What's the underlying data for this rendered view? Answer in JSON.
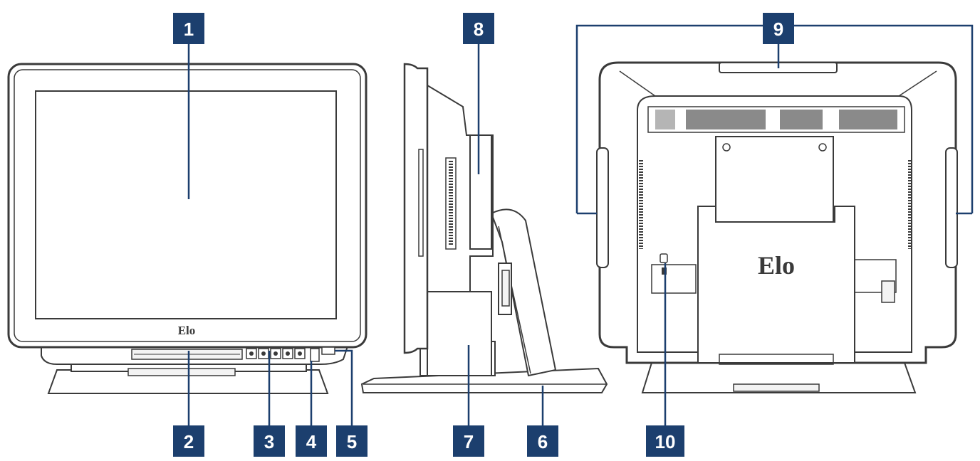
{
  "colors": {
    "callout_bg": "#1c3f6e",
    "callout_text": "#ffffff",
    "line": "#3a3a3a"
  },
  "brand": {
    "logo_text": "Elo"
  },
  "callouts": {
    "c1": "1",
    "c2": "2",
    "c3": "3",
    "c4": "4",
    "c5": "5",
    "c6": "6",
    "c7": "7",
    "c8": "8",
    "c9": "9",
    "c10": "10"
  }
}
